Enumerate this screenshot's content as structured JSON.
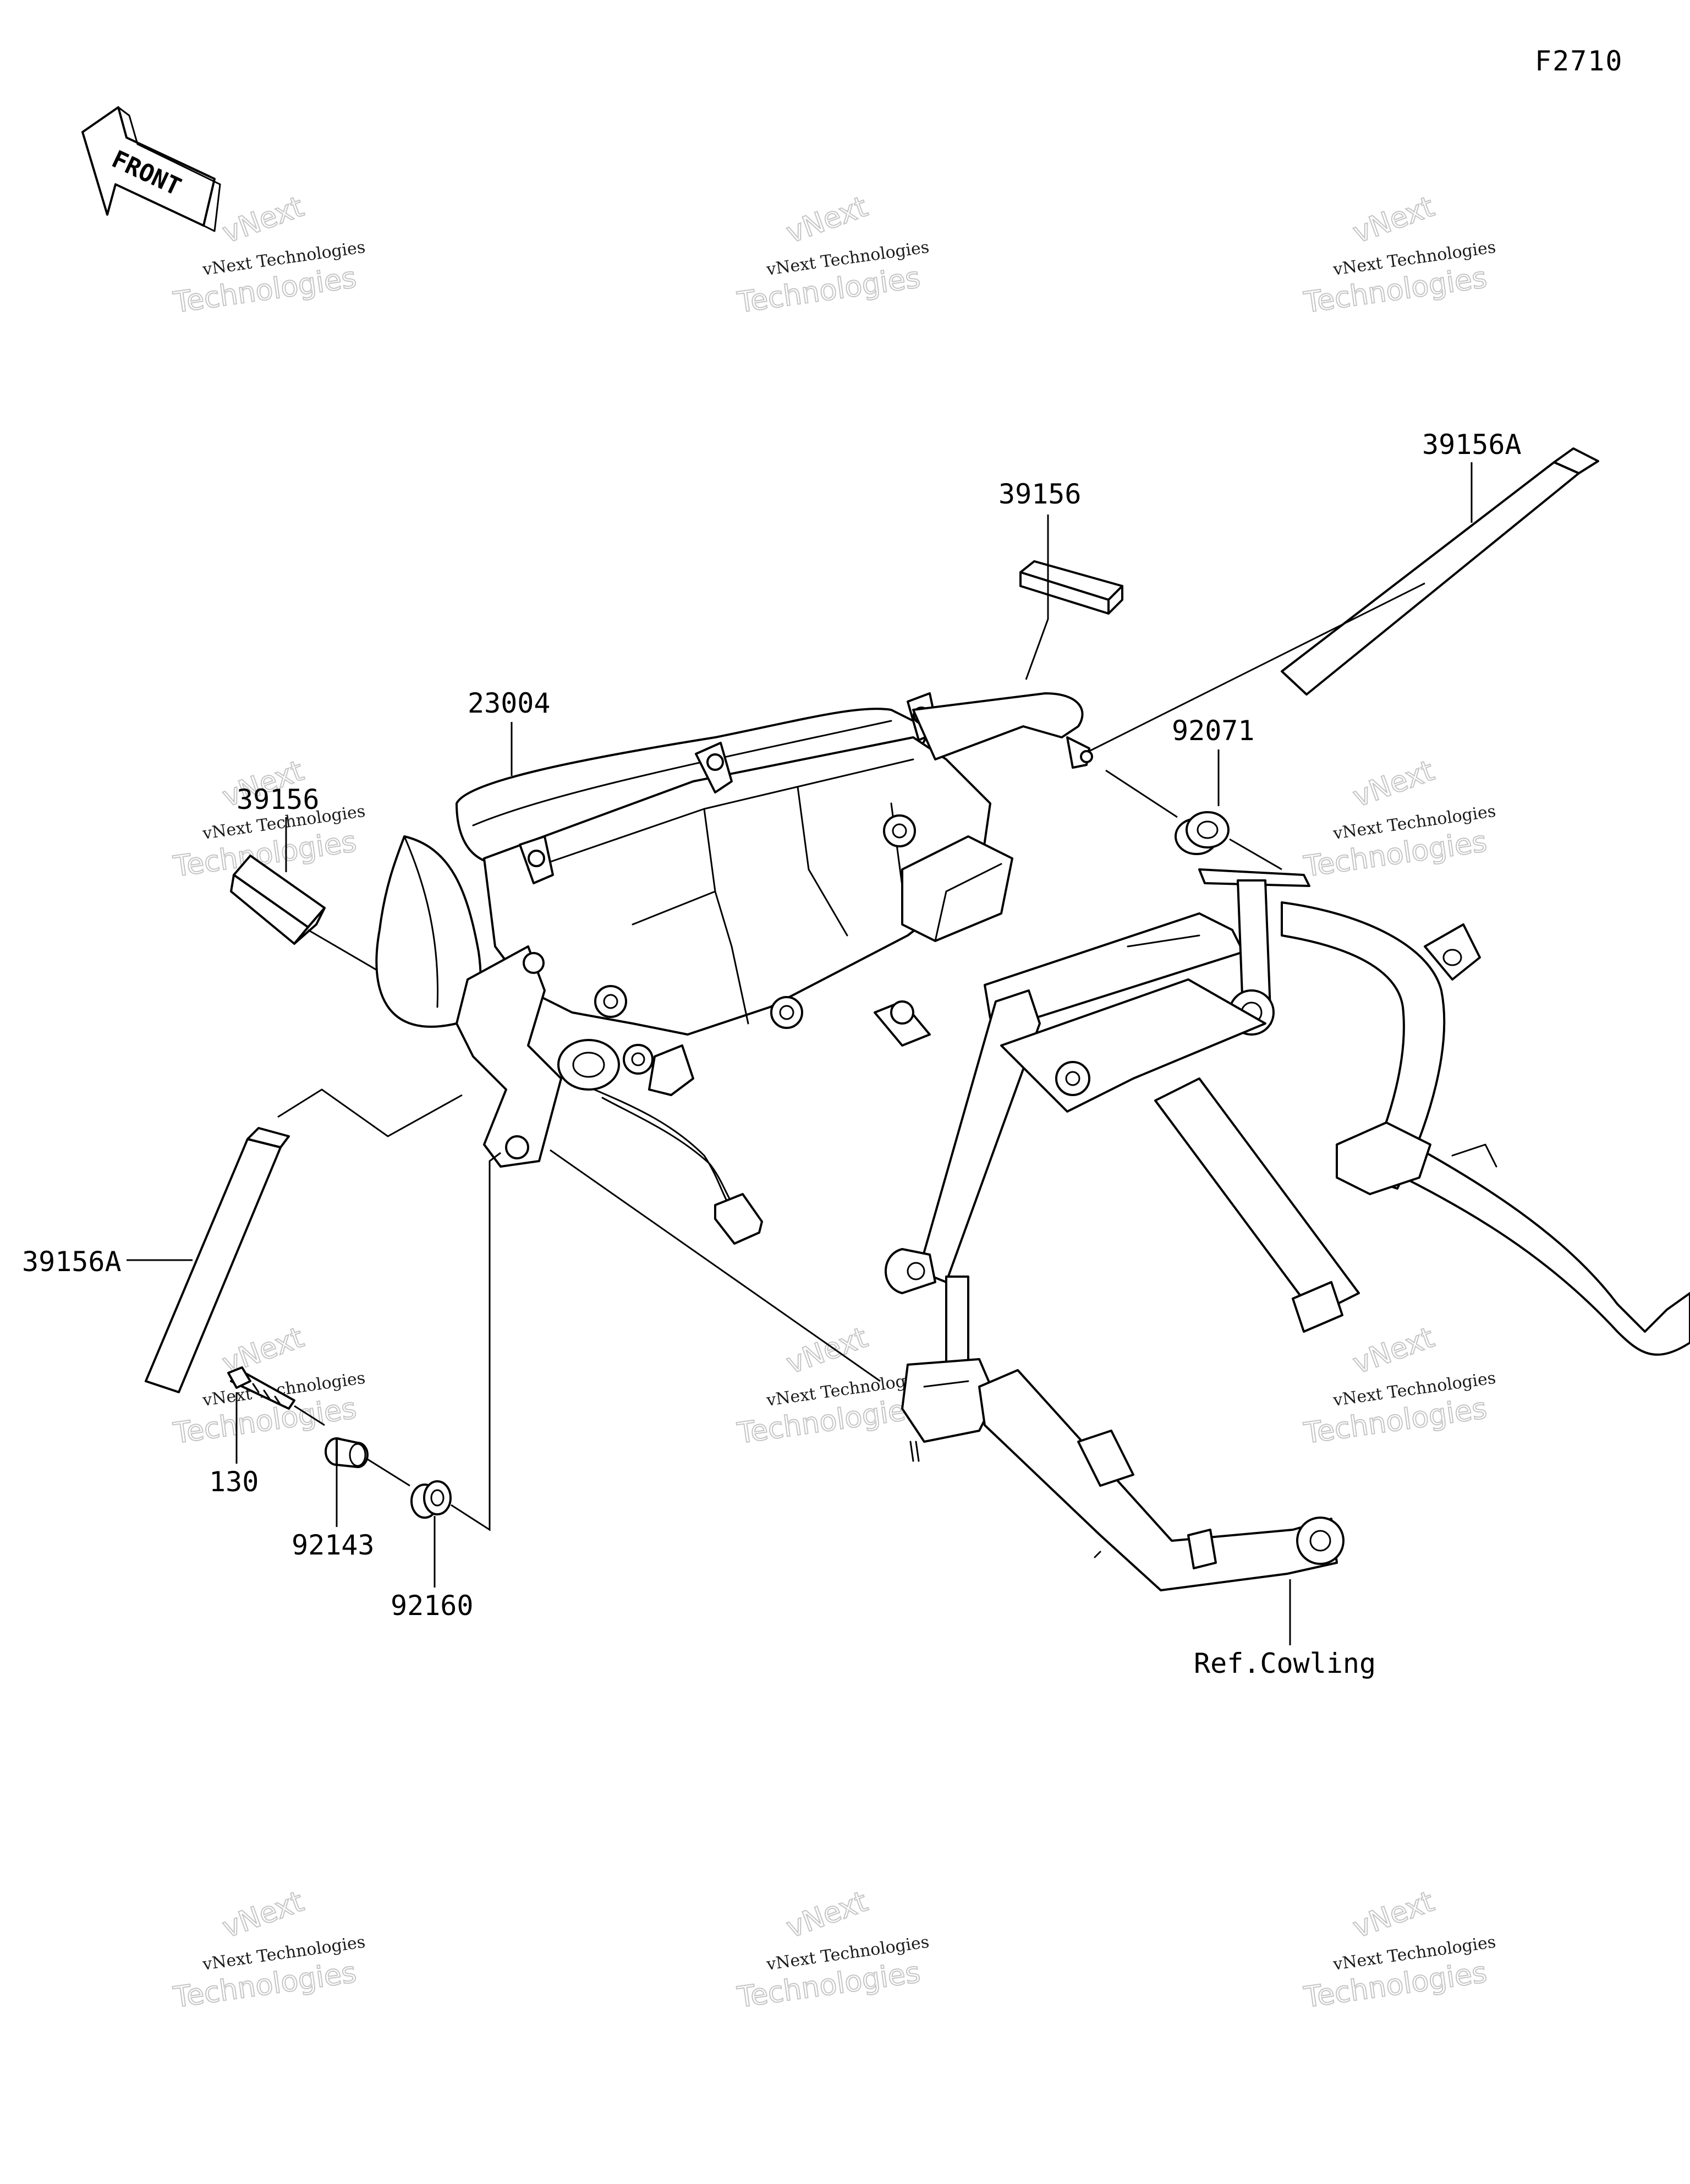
{
  "figure_code": "F2710",
  "front_label": "FRONT",
  "watermark": {
    "line1": "vNext Technologies",
    "line2": "vNext",
    "line3": "Technologies"
  },
  "parts": {
    "headlight": "23004",
    "pad_upper": "39156",
    "pad_upper_long": "39156A",
    "pad_left": "39156",
    "pad_left_long": "39156A",
    "grommet_right": "92071",
    "bolt": "130",
    "collar": "92143",
    "grommet_lower": "92160",
    "ref_cowling": "Ref.Cowling"
  }
}
